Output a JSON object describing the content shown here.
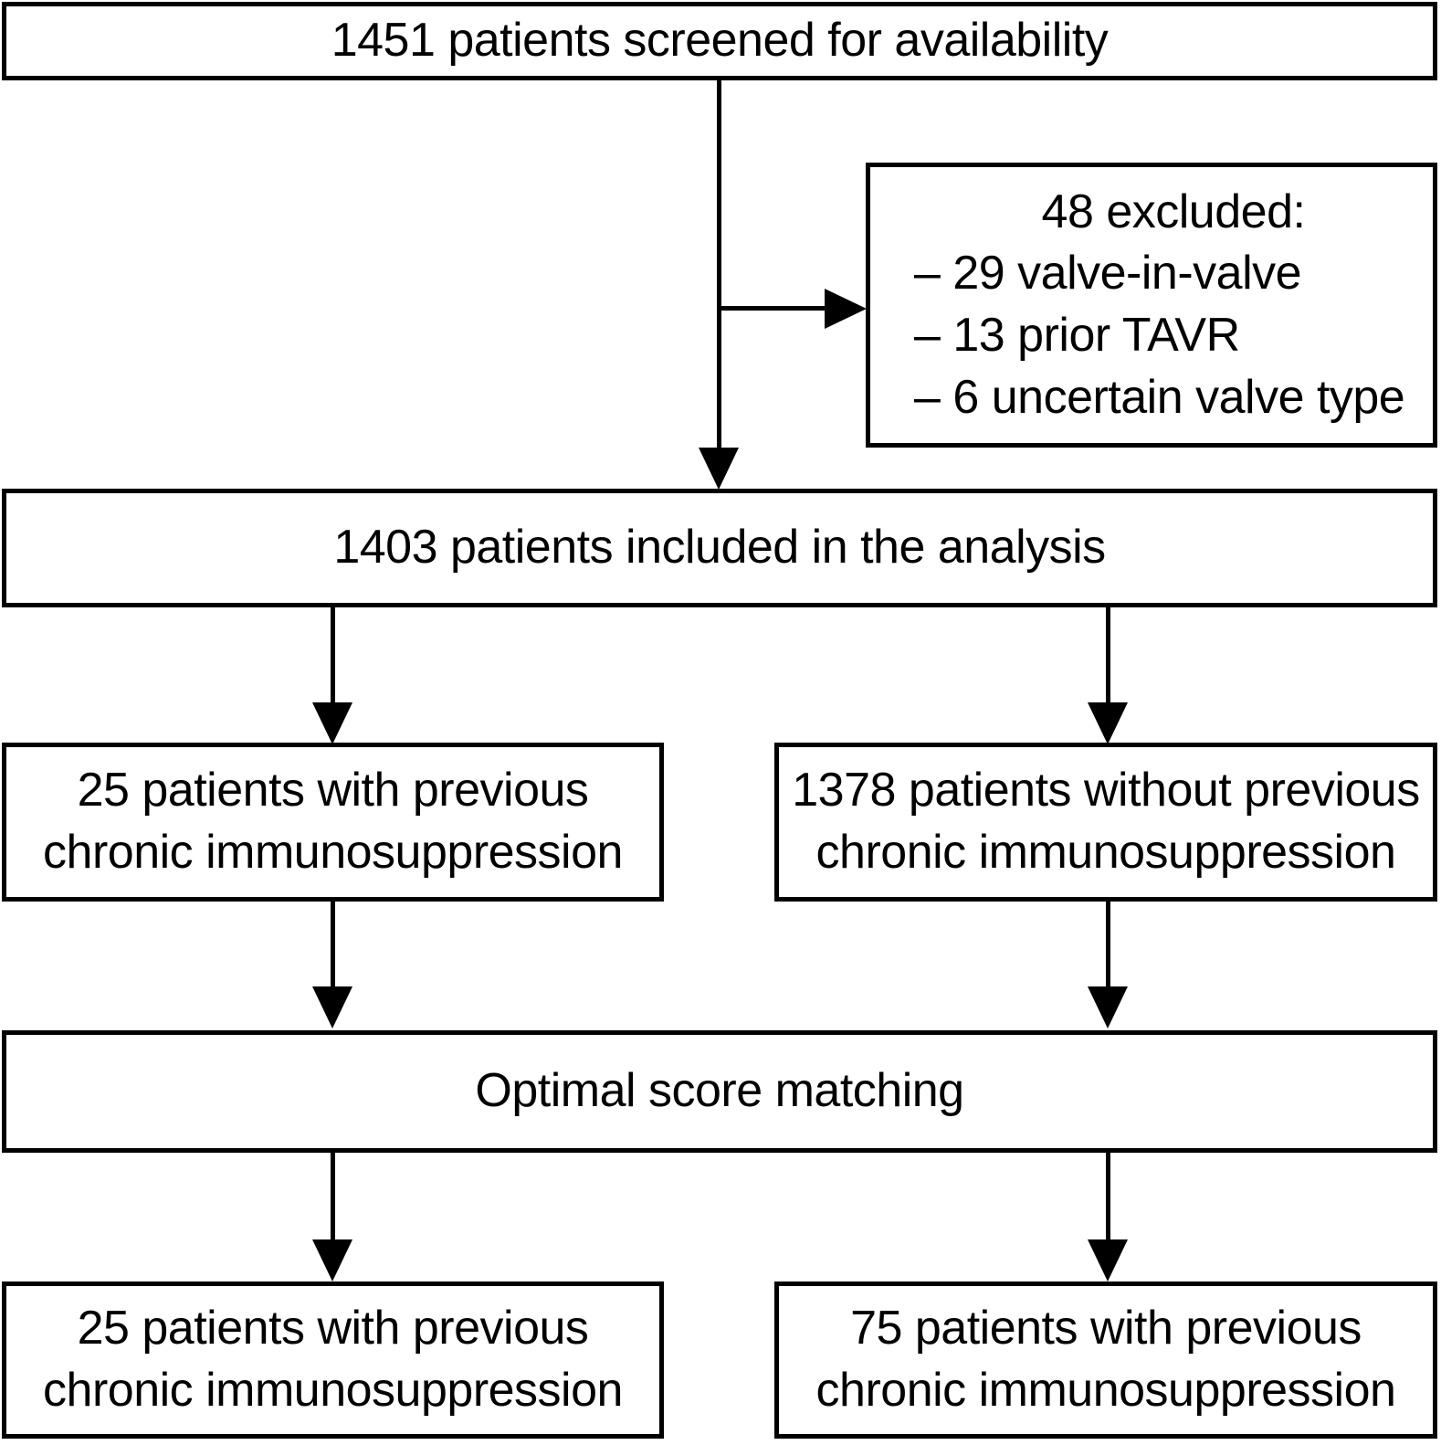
{
  "chart_data": {
    "type": "diagram",
    "title": "Patient selection flow diagram",
    "diagram_kind": "CONSORT-style flowchart",
    "nodes": [
      {
        "id": "screened",
        "label": "1451 patients screened for availability",
        "count": 1451
      },
      {
        "id": "excluded",
        "label": "48 excluded:",
        "count": 48,
        "items": [
          {
            "label": "– 29 valve-in-valve",
            "count": 29
          },
          {
            "label": "– 13 prior TAVR",
            "count": 13
          },
          {
            "label": "– 6 uncertain valve type",
            "count": 6
          }
        ]
      },
      {
        "id": "included",
        "label": "1403 patients included in the analysis",
        "count": 1403
      },
      {
        "id": "is_yes",
        "label": "25 patients with previous chronic immunosuppression",
        "count": 25
      },
      {
        "id": "is_no",
        "label": "1378 patients without previous chronic immunosuppression",
        "count": 1378
      },
      {
        "id": "matching",
        "label": "Optimal score matching"
      },
      {
        "id": "matched_yes",
        "label": "25 patients with previous chronic immunosuppression",
        "count": 25
      },
      {
        "id": "matched_no",
        "label": "75 patients with previous chronic immunosuppression",
        "count": 75
      }
    ],
    "edges": [
      {
        "from": "screened",
        "to": "excluded",
        "kind": "branch-right"
      },
      {
        "from": "screened",
        "to": "included",
        "kind": "down"
      },
      {
        "from": "included",
        "to": "is_yes",
        "kind": "down"
      },
      {
        "from": "included",
        "to": "is_no",
        "kind": "down"
      },
      {
        "from": "is_yes",
        "to": "matching",
        "kind": "down"
      },
      {
        "from": "is_no",
        "to": "matching",
        "kind": "down"
      },
      {
        "from": "matching",
        "to": "matched_yes",
        "kind": "down"
      },
      {
        "from": "matching",
        "to": "matched_no",
        "kind": "down"
      }
    ]
  },
  "colors": {
    "stroke": "#000000",
    "fill": "#ffffff",
    "text": "#000000"
  },
  "nodes": {
    "screened": {
      "text": "1451 patients screened for availability"
    },
    "excluded": {
      "header": "48 excluded:",
      "item1": "– 29 valve-in-valve",
      "item2": "– 13 prior TAVR",
      "item3": "– 6 uncertain valve type"
    },
    "included": {
      "text": "1403 patients included in the analysis"
    },
    "immunosuppression_yes": {
      "line1": "25 patients with previous",
      "line2": "chronic immunosuppression"
    },
    "immunosuppression_no": {
      "line1": "1378 patients without previous",
      "line2": "chronic immunosuppression"
    },
    "matching": {
      "text": "Optimal score matching"
    },
    "matched_yes": {
      "line1": "25 patients with previous",
      "line2": "chronic immunosuppression"
    },
    "matched_no": {
      "line1": "75 patients with previous",
      "line2": "chronic immunosuppression"
    }
  }
}
